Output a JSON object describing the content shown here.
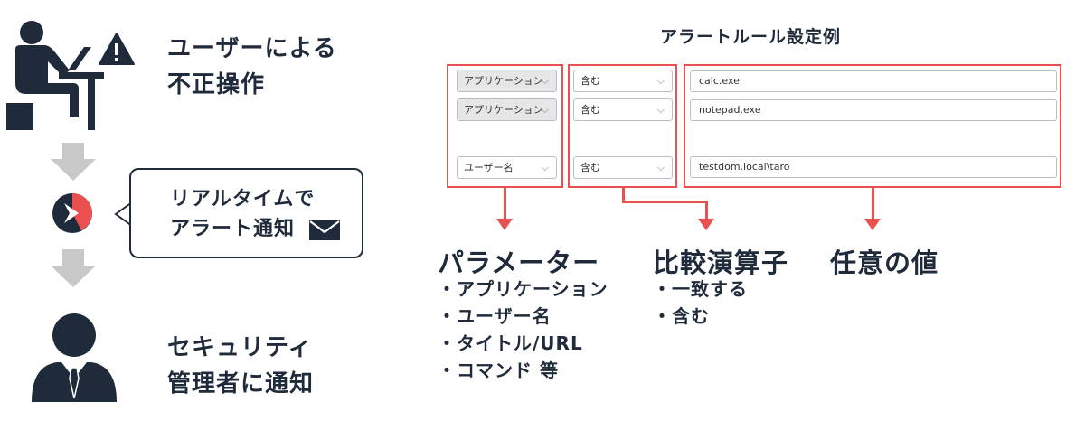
{
  "left": {
    "step1_line1": "ユーザーによる",
    "step1_line2": "不正操作",
    "bubble_line1": "リアルタイムで",
    "bubble_line2": "アラート通知",
    "step3_line1": "セキュリティ",
    "step3_line2": "管理者に通知"
  },
  "rule": {
    "title": "アラートルール設定例",
    "rows": [
      {
        "param": "アプリケーション",
        "op": "含む",
        "value": "calc.exe"
      },
      {
        "param": "アプリケーション",
        "op": "含む",
        "value": "notepad.exe"
      },
      {
        "param": "ユーザー名",
        "op": "含む",
        "value": "testdom.local\\taro"
      }
    ]
  },
  "sections": {
    "param": {
      "title": "パラメーター",
      "items": [
        "・アプリケーション",
        "・ユーザー名",
        "・タイトル/URL",
        "・コマンド 等"
      ]
    },
    "operator": {
      "title": "比較演算子",
      "items": [
        "・一致する",
        "・含む"
      ]
    },
    "value": {
      "title": "任意の値"
    }
  },
  "colors": {
    "accent": "#e9504f",
    "navy": "#1f2a3a",
    "gray_arrow": "#c8c8c8"
  },
  "icons": [
    "user-at-computer-icon",
    "warning-icon",
    "app-logo-icon",
    "envelope-icon",
    "security-admin-icon",
    "chevron-down-icon"
  ]
}
